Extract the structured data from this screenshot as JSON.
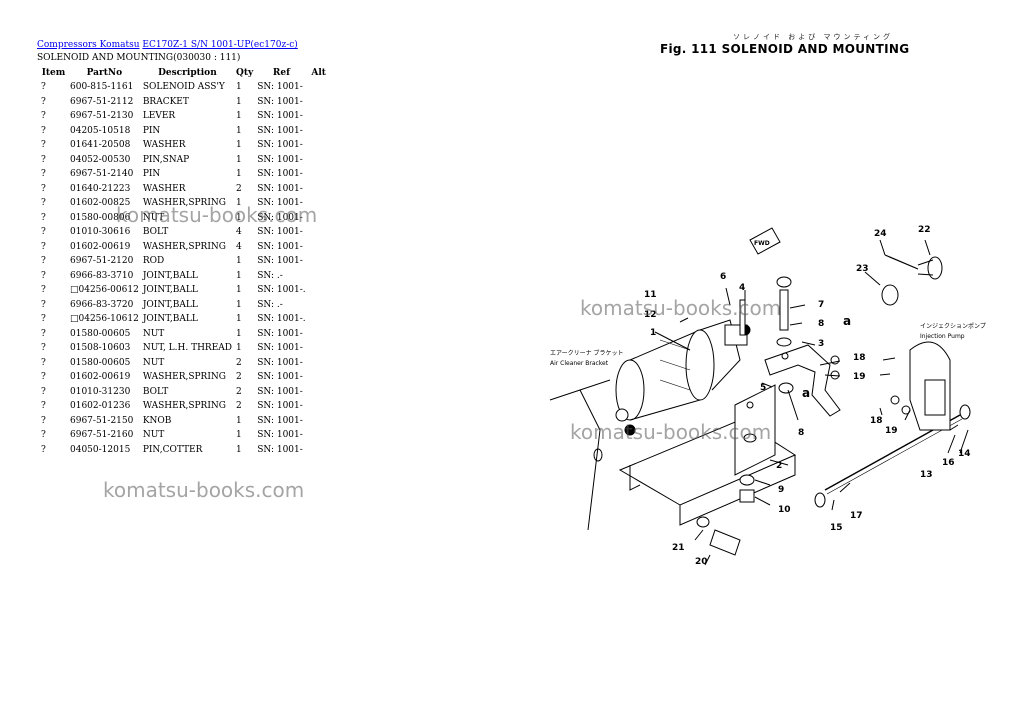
{
  "breadcrumb": {
    "link1": "Compressors Komatsu",
    "link2": "EC170Z-1 S/N 1001-UP(ec170z-c)"
  },
  "subtitle": "SOLENOID AND MOUNTING(030030 : 111)",
  "table": {
    "headers": {
      "item": "Item",
      "partno": "PartNo",
      "description": "Description",
      "qty": "Qty",
      "ref": "Ref",
      "alt": "Alt"
    },
    "rows": [
      {
        "item": "?",
        "partno": "600-815-1161",
        "description": "SOLENOID ASS'Y",
        "qty": "1",
        "ref": "SN: 1001-"
      },
      {
        "item": "?",
        "partno": "6967-51-2112",
        "description": "BRACKET",
        "qty": "1",
        "ref": "SN: 1001-"
      },
      {
        "item": "?",
        "partno": "6967-51-2130",
        "description": "LEVER",
        "qty": "1",
        "ref": "SN: 1001-"
      },
      {
        "item": "?",
        "partno": "04205-10518",
        "description": "PIN",
        "qty": "1",
        "ref": "SN: 1001-"
      },
      {
        "item": "?",
        "partno": "01641-20508",
        "description": "WASHER",
        "qty": "1",
        "ref": "SN: 1001-"
      },
      {
        "item": "?",
        "partno": "04052-00530",
        "description": "PIN,SNAP",
        "qty": "1",
        "ref": "SN: 1001-"
      },
      {
        "item": "?",
        "partno": "6967-51-2140",
        "description": "PIN",
        "qty": "1",
        "ref": "SN: 1001-"
      },
      {
        "item": "?",
        "partno": "01640-21223",
        "description": "WASHER",
        "qty": "2",
        "ref": "SN: 1001-"
      },
      {
        "item": "?",
        "partno": "01602-00825",
        "description": "WASHER,SPRING",
        "qty": "1",
        "ref": "SN: 1001-"
      },
      {
        "item": "?",
        "partno": "01580-00806",
        "description": "NUT",
        "qty": "1",
        "ref": "SN: 1001-"
      },
      {
        "item": "?",
        "partno": "01010-30616",
        "description": "BOLT",
        "qty": "4",
        "ref": "SN: 1001-"
      },
      {
        "item": "?",
        "partno": "01602-00619",
        "description": "WASHER,SPRING",
        "qty": "4",
        "ref": "SN: 1001-"
      },
      {
        "item": "?",
        "partno": "6967-51-2120",
        "description": "ROD",
        "qty": "1",
        "ref": "SN: 1001-"
      },
      {
        "item": "?",
        "partno": "6966-83-3710",
        "description": "JOINT,BALL",
        "qty": "1",
        "ref": "SN: .-"
      },
      {
        "item": "?",
        "partno": "□04256-00612",
        "description": "JOINT,BALL",
        "qty": "1",
        "ref": "SN: 1001-."
      },
      {
        "item": "?",
        "partno": "6966-83-3720",
        "description": "JOINT,BALL",
        "qty": "1",
        "ref": "SN: .-"
      },
      {
        "item": "?",
        "partno": "□04256-10612",
        "description": "JOINT,BALL",
        "qty": "1",
        "ref": "SN: 1001-."
      },
      {
        "item": "?",
        "partno": "01580-00605",
        "description": "NUT",
        "qty": "1",
        "ref": "SN: 1001-"
      },
      {
        "item": "?",
        "partno": "01508-10603",
        "description": "NUT, L.H. THREAD",
        "qty": "1",
        "ref": "SN: 1001-"
      },
      {
        "item": "?",
        "partno": "01580-00605",
        "description": "NUT",
        "qty": "2",
        "ref": "SN: 1001-"
      },
      {
        "item": "?",
        "partno": "01602-00619",
        "description": "WASHER,SPRING",
        "qty": "2",
        "ref": "SN: 1001-"
      },
      {
        "item": "?",
        "partno": "01010-31230",
        "description": "BOLT",
        "qty": "2",
        "ref": "SN: 1001-"
      },
      {
        "item": "?",
        "partno": "01602-01236",
        "description": "WASHER,SPRING",
        "qty": "2",
        "ref": "SN: 1001-"
      },
      {
        "item": "?",
        "partno": "6967-51-2150",
        "description": "KNOB",
        "qty": "1",
        "ref": "SN: 1001-"
      },
      {
        "item": "?",
        "partno": "6967-51-2160",
        "description": "NUT",
        "qty": "1",
        "ref": "SN: 1001-"
      },
      {
        "item": "?",
        "partno": "04050-12015",
        "description": "PIN,COTTER",
        "qty": "1",
        "ref": "SN: 1001-"
      }
    ]
  },
  "watermark": "komatsu-books.com",
  "figure": {
    "title": "Fig. 111  SOLENOID AND MOUNTING",
    "japanese_title": "ソレノイド および マウンティング",
    "label_air_cleaner": "Air Cleaner Bracket",
    "label_air_cleaner_jp": "エアークリーナ ブラケット",
    "label_injection_pump": "Injection Pump",
    "label_injection_pump_jp": "インジェクションポンプ",
    "label_fwd": "FWD",
    "callouts": [
      "1",
      "2",
      "3",
      "4",
      "5",
      "6",
      "7",
      "8",
      "8",
      "9",
      "10",
      "11",
      "12",
      "13",
      "14",
      "15",
      "16",
      "17",
      "18",
      "18",
      "19",
      "19",
      "20",
      "21",
      "22",
      "23",
      "24",
      "a",
      "a"
    ]
  }
}
